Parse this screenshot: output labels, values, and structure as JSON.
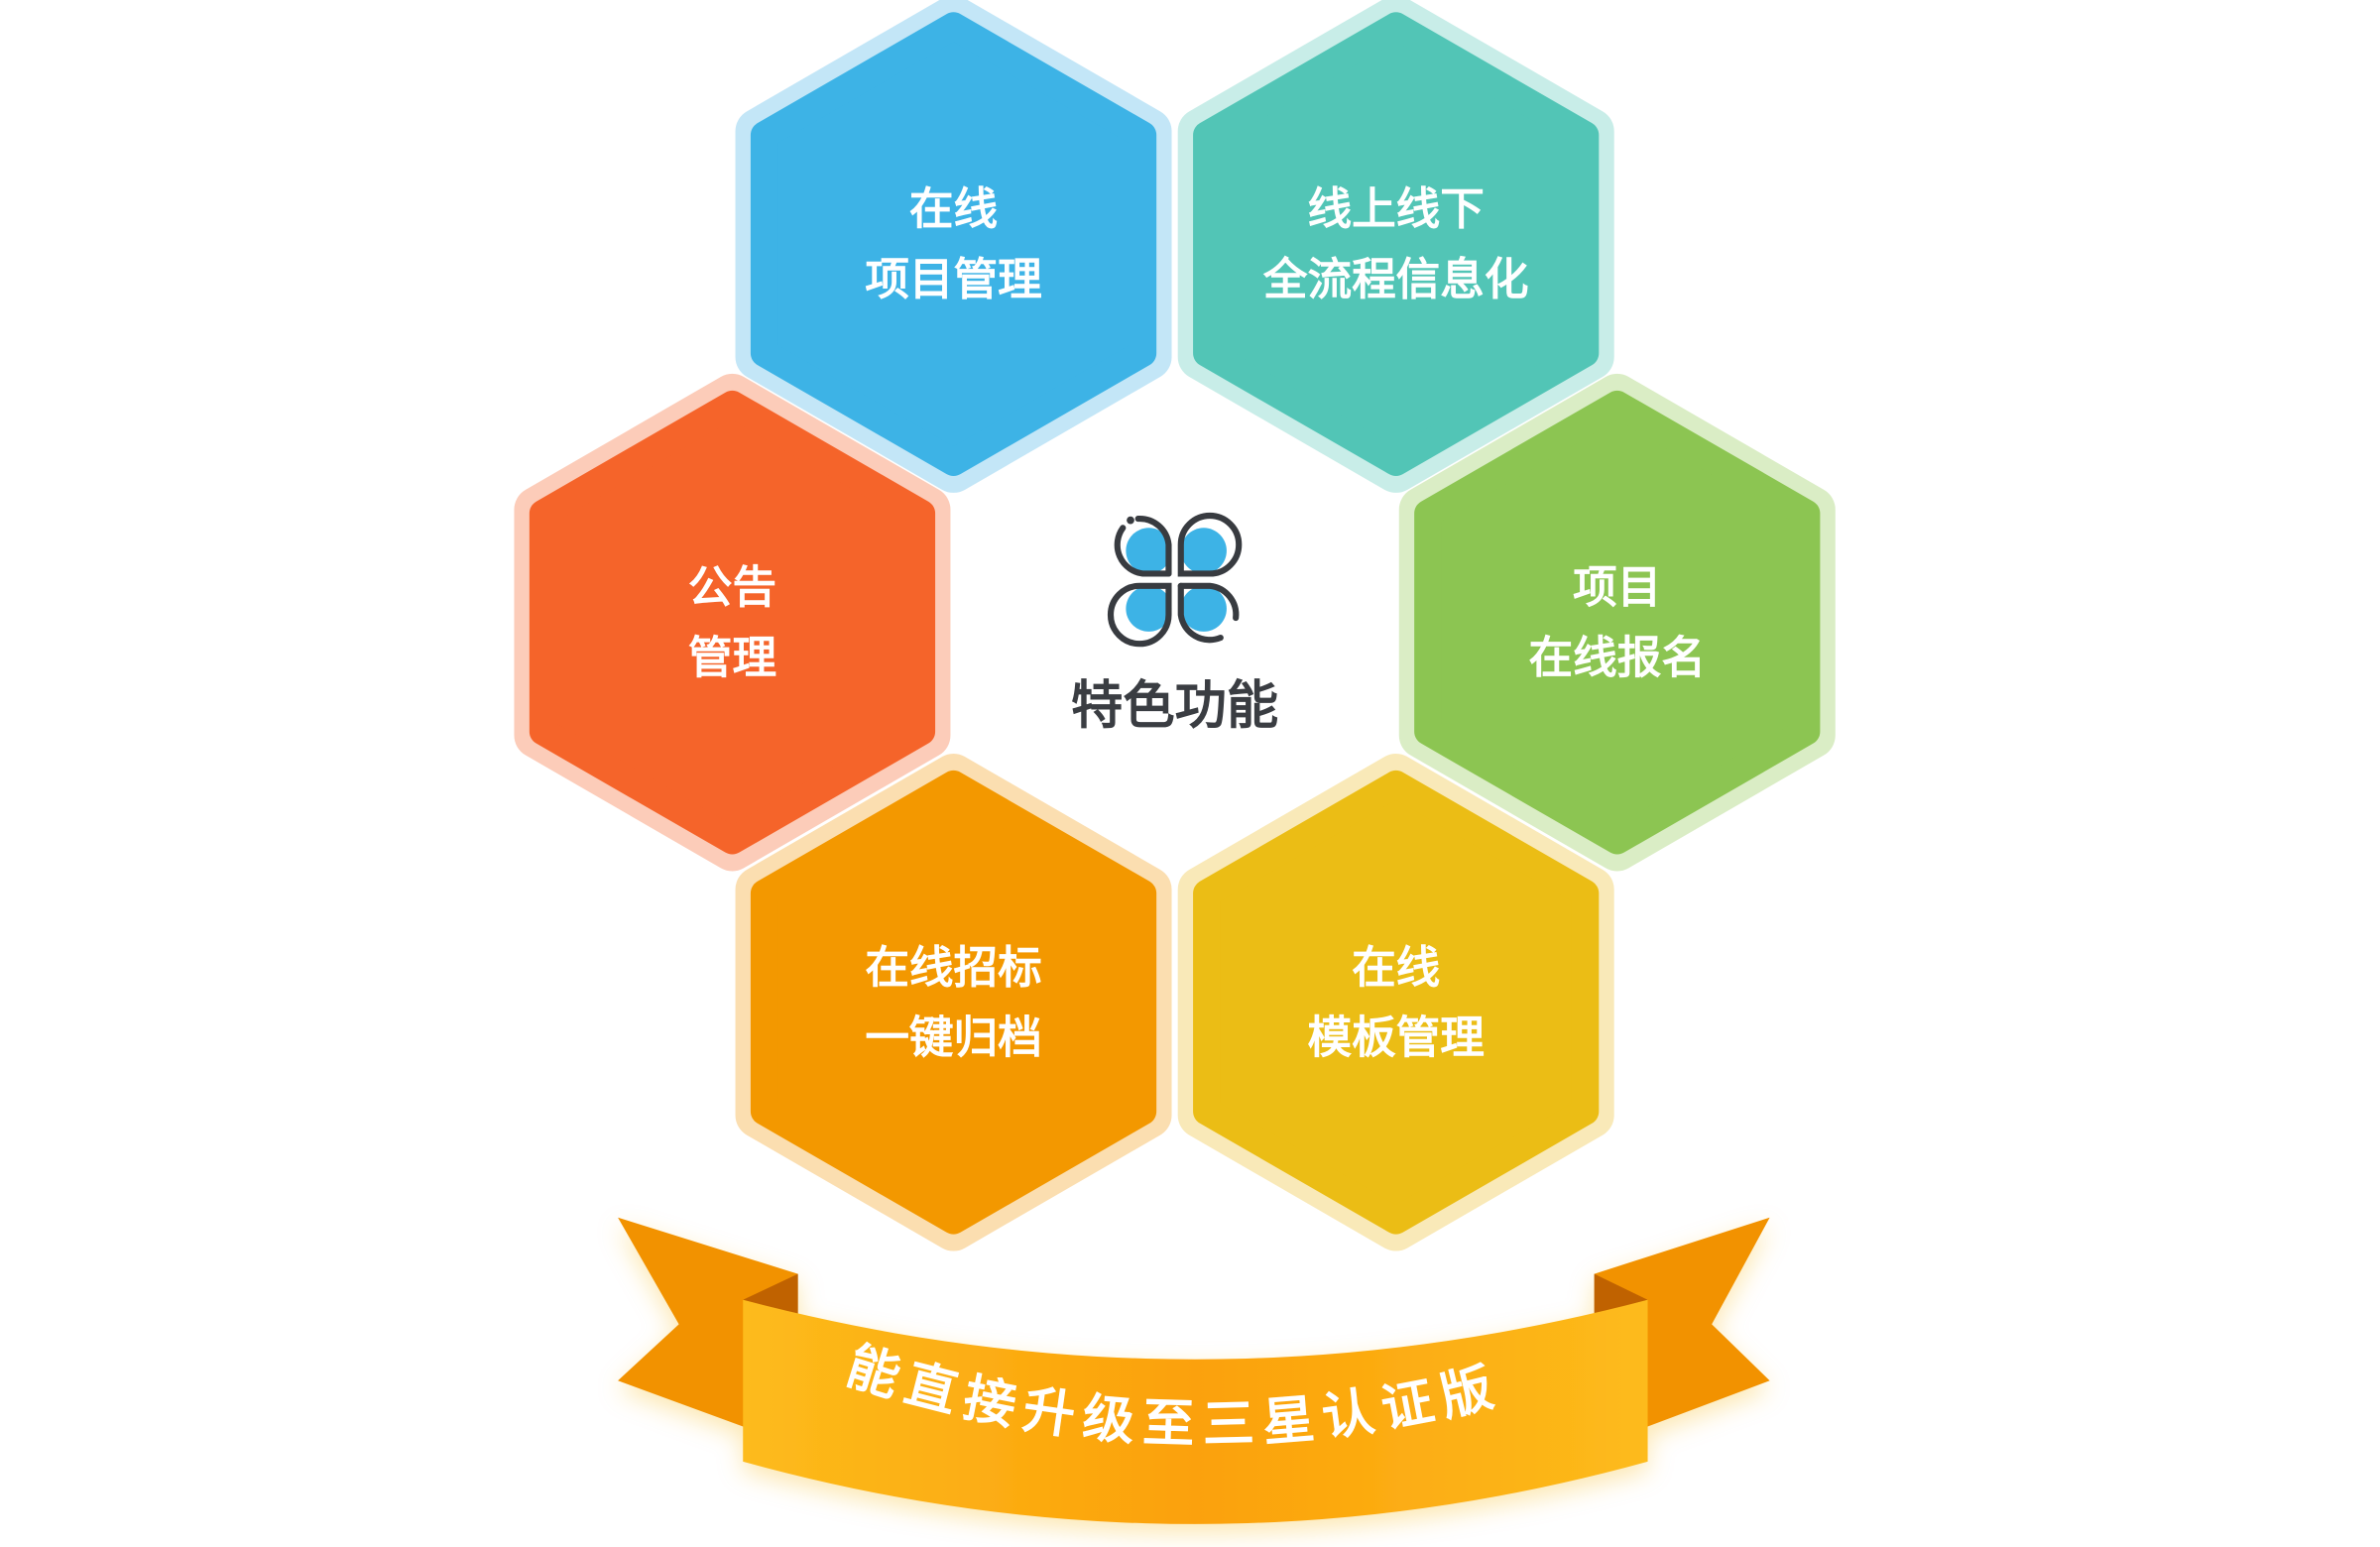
{
  "center": {
    "title": "特色功能",
    "icon": "clover-icon",
    "icon_color": "#3db3e6"
  },
  "features": [
    {
      "id": "online-project-management",
      "lines": [
        "在线",
        "项目管理"
      ],
      "color": "#3db3e6",
      "halo": "#a9dcf3"
    },
    {
      "id": "online-offline-informatization",
      "lines": [
        "线上线下",
        "全流程信息化"
      ],
      "color": "#52c5b6",
      "halo": "#b0e5de"
    },
    {
      "id": "announcement-management",
      "lines": [
        "公告",
        "管理"
      ],
      "color": "#f5642a",
      "halo": "#fbb79b"
    },
    {
      "id": "online-registration",
      "lines": [
        "项目",
        "在线报名"
      ],
      "color": "#8cc552",
      "halo": "#cbe6ad"
    },
    {
      "id": "online-bidding-archive",
      "lines": [
        "在线招标",
        "一键归档"
      ],
      "color": "#f39800",
      "halo": "#f9d08f"
    },
    {
      "id": "online-template-management",
      "lines": [
        "在线",
        "模板管理"
      ],
      "color": "#ebbd15",
      "halo": "#f6e09a"
    }
  ],
  "banner": {
    "text": "能直接升级至三星认证版",
    "color": "#fbb515",
    "tail_color": "#f29200",
    "fold_color": "#c06200"
  }
}
